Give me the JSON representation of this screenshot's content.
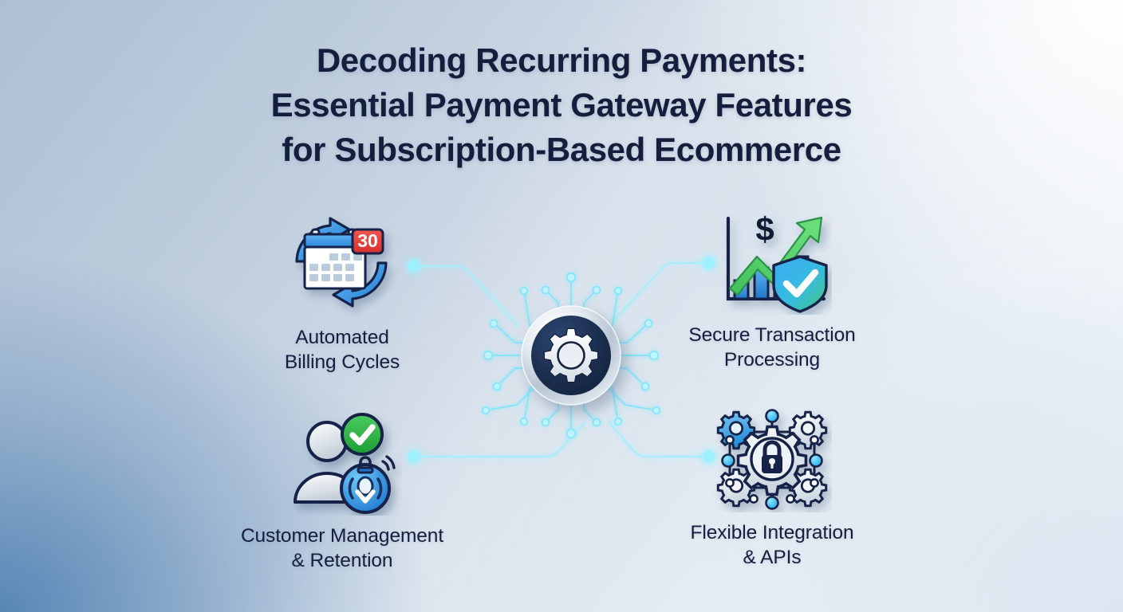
{
  "page": {
    "kind": "infographic",
    "background_colors": {
      "top_left": "#b0c2d6",
      "top_right": "#fbfdfe",
      "bottom_left": "#6790b8",
      "bottom_right": "#d5e0ea"
    }
  },
  "title": {
    "color": "#151e3c",
    "lines": [
      "Decoding Recurring Payments:",
      "Essential Payment Gateway Features",
      "for Subscription-Based Ecommerce"
    ]
  },
  "hub": {
    "name": "central-gateway-hub",
    "icon": "gear-in-circuit-hub-icon",
    "ring_color": "#c9d3dd",
    "core_color": "#1b2d4d",
    "gear_color": "#e9eef3",
    "circuit_color": "#7fe3f6"
  },
  "connectors": {
    "line_color": "#a9eefb",
    "dot_color": "#5fe0fb",
    "items": [
      {
        "name": "connector-billing",
        "from": "feature-billing",
        "to": "central-gateway-hub"
      },
      {
        "name": "connector-secure",
        "from": "feature-secure",
        "to": "central-gateway-hub"
      },
      {
        "name": "connector-customer",
        "from": "feature-customer",
        "to": "central-gateway-hub"
      },
      {
        "name": "connector-flexible",
        "from": "feature-flexible",
        "to": "central-gateway-hub"
      }
    ]
  },
  "features": [
    {
      "id": "billing",
      "icon": "calendar-recurring-arrows-icon",
      "badge_text": "30",
      "badge_color": "#e8403a",
      "accent_color": "#2b8ae0",
      "label_line1": "Automated",
      "label_line2": "Billing Cycles"
    },
    {
      "id": "secure",
      "icon": "growth-chart-shield-check-icon",
      "currency_symbol": "$",
      "accent_color": "#3aab4a",
      "bar_color": "#2f8fe0",
      "shield_colors": [
        "#35a8f0",
        "#3fc07a"
      ],
      "label_line1": "Secure Transaction",
      "label_line2": "Processing"
    },
    {
      "id": "customer",
      "icon": "user-check-badge-icon",
      "accent_color": "#2fa84f",
      "badge_color": "#2f8fe0",
      "label_line1": "Customer Management",
      "label_line2": "& Retention"
    },
    {
      "id": "flexible",
      "icon": "gears-network-lock-icon",
      "accent_color": "#2b9be0",
      "node_color": "#2fc3f5",
      "label_line1": "Flexible Integration",
      "label_line2": "& APIs"
    }
  ]
}
